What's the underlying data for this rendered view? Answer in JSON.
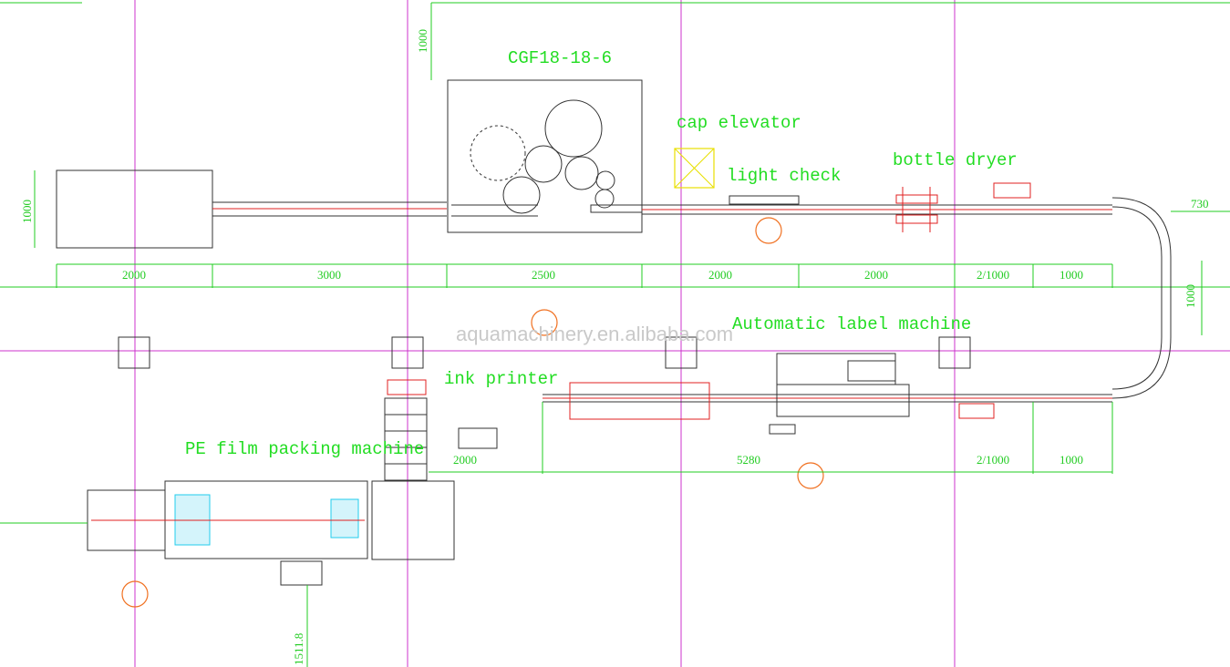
{
  "labels": {
    "capper": "CGF18-18-6",
    "cap_elevator": "cap elevator",
    "light_check": "light check",
    "bottle_dryer": "bottle dryer",
    "label_machine": "Automatic label machine",
    "ink_printer": "ink printer",
    "pe_film": "PE film packing machine",
    "watermark": "aquamachinery.en.alibaba.com"
  },
  "dimensions": {
    "top_row": [
      "2000",
      "3000",
      "2500",
      "2000",
      "2000",
      "2/1000",
      "1000"
    ],
    "bottom_row": [
      "2000",
      "5280",
      "2/1000",
      "1000"
    ],
    "left_height": "1000",
    "top_height": "1000",
    "right_width": "730",
    "right_height": "1000",
    "bottom_vertical": "1511.8"
  },
  "colors": {
    "labels": "#22dd22",
    "dimensions": "#22cc22",
    "grid": "#cc33cc",
    "equipment": "#333333",
    "conveyor_centerline": "#e02020",
    "operators": "#f07020",
    "cap_elevator": "#e8e000",
    "film": "#22ccee"
  }
}
